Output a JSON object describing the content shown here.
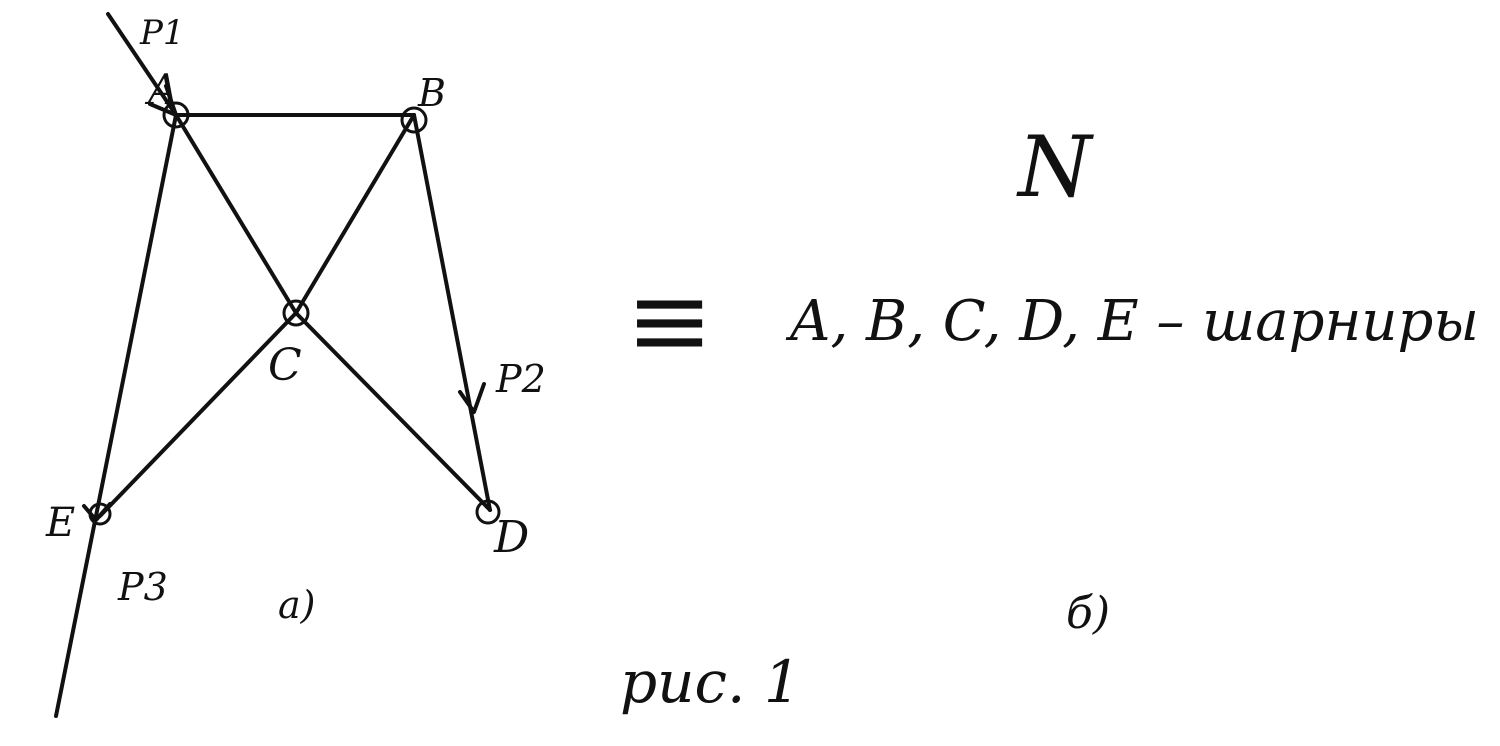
{
  "figure": {
    "joint_labels": {
      "A": "A",
      "B": "B",
      "C": "C",
      "D": "D",
      "E": "E"
    },
    "force_labels": {
      "p1": "P1",
      "p2": "P2",
      "p3": "P3"
    },
    "subfigure_a": "a)",
    "subfigure_b": "б)",
    "caption": "рис. 1",
    "symbol_n": "N",
    "equiv_sign": "≡",
    "note": "A, B, C, D, E – шарниры"
  },
  "colors": {
    "ink": "#111111",
    "background": "#ffffff"
  }
}
